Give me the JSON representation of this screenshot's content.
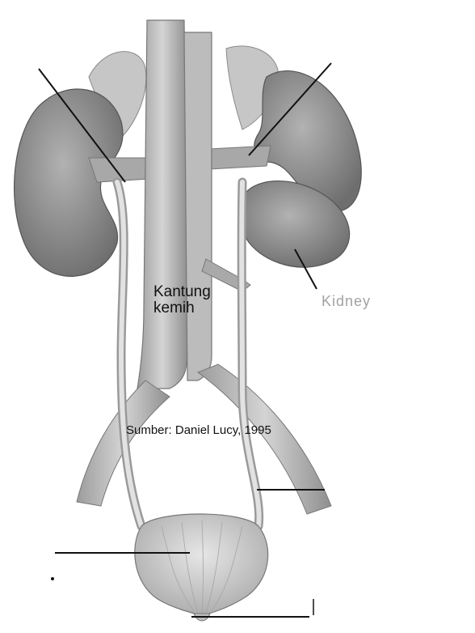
{
  "labels": {
    "bladder_label": "Kantung\nkemih",
    "source_credit": "Sumber: Daniel Lucy, 1995",
    "ghost_text": "Kidney"
  },
  "colors": {
    "organ_fill": "#9a9a9a",
    "organ_dark": "#6f6f6f",
    "vessel_fill": "#b8b8b8",
    "ureter_fill": "#d6d6d6",
    "bladder_fill": "#cfcfcf",
    "leader_line": "#111111"
  },
  "icons": [
    "left-kidney-icon",
    "right-kidney-icon",
    "aorta-icon",
    "vena-cava-icon",
    "left-ureter-icon",
    "right-ureter-icon",
    "bladder-icon",
    "urethra-icon",
    "adrenal-gland-icon"
  ]
}
